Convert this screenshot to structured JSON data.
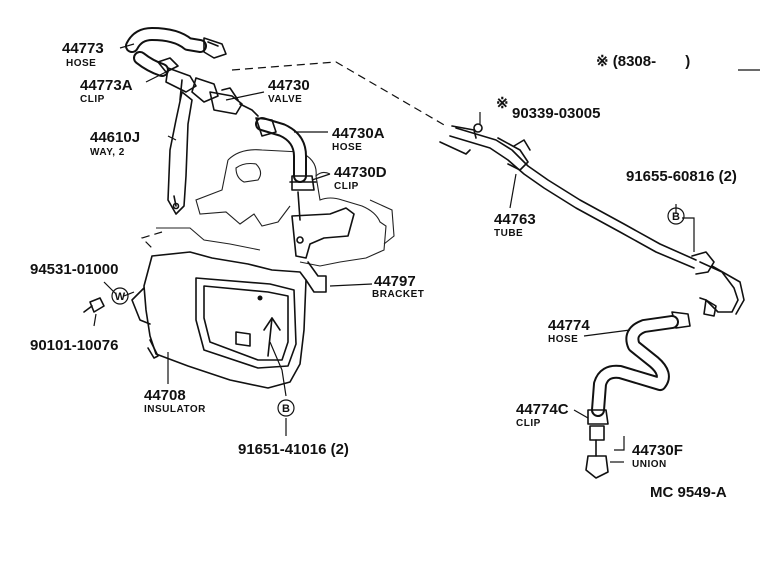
{
  "parts": {
    "p44773": {
      "number": "44773",
      "name": "HOSE"
    },
    "p44773A": {
      "number": "44773A",
      "name": "CLIP"
    },
    "p44730": {
      "number": "44730",
      "name": "VALVE"
    },
    "p44610J": {
      "number": "44610J",
      "name": "WAY, 2"
    },
    "p44730A": {
      "number": "44730A",
      "name": "HOSE"
    },
    "p44730D": {
      "number": "44730D",
      "name": "CLIP"
    },
    "p44797": {
      "number": "44797",
      "name": "BRACKET"
    },
    "p94531": {
      "number": "94531-01000"
    },
    "p90101": {
      "number": "90101-10076"
    },
    "p44708": {
      "number": "44708",
      "name": "INSULATOR"
    },
    "p91651": {
      "number": "91651-41016 (2)"
    },
    "p90339": {
      "number": "90339-03005",
      "mark": "※"
    },
    "p91655": {
      "number": "91655-60816 (2)"
    },
    "p44763": {
      "number": "44763",
      "name": "TUBE"
    },
    "p44774": {
      "number": "44774",
      "name": "HOSE"
    },
    "p44774C": {
      "number": "44774C",
      "name": "CLIP"
    },
    "p44730F": {
      "number": "44730F",
      "name": "UNION"
    }
  },
  "badges": {
    "w": "W",
    "b": "B"
  },
  "note": "※ (8308-       )",
  "diagram_code": "MC 9549-A"
}
